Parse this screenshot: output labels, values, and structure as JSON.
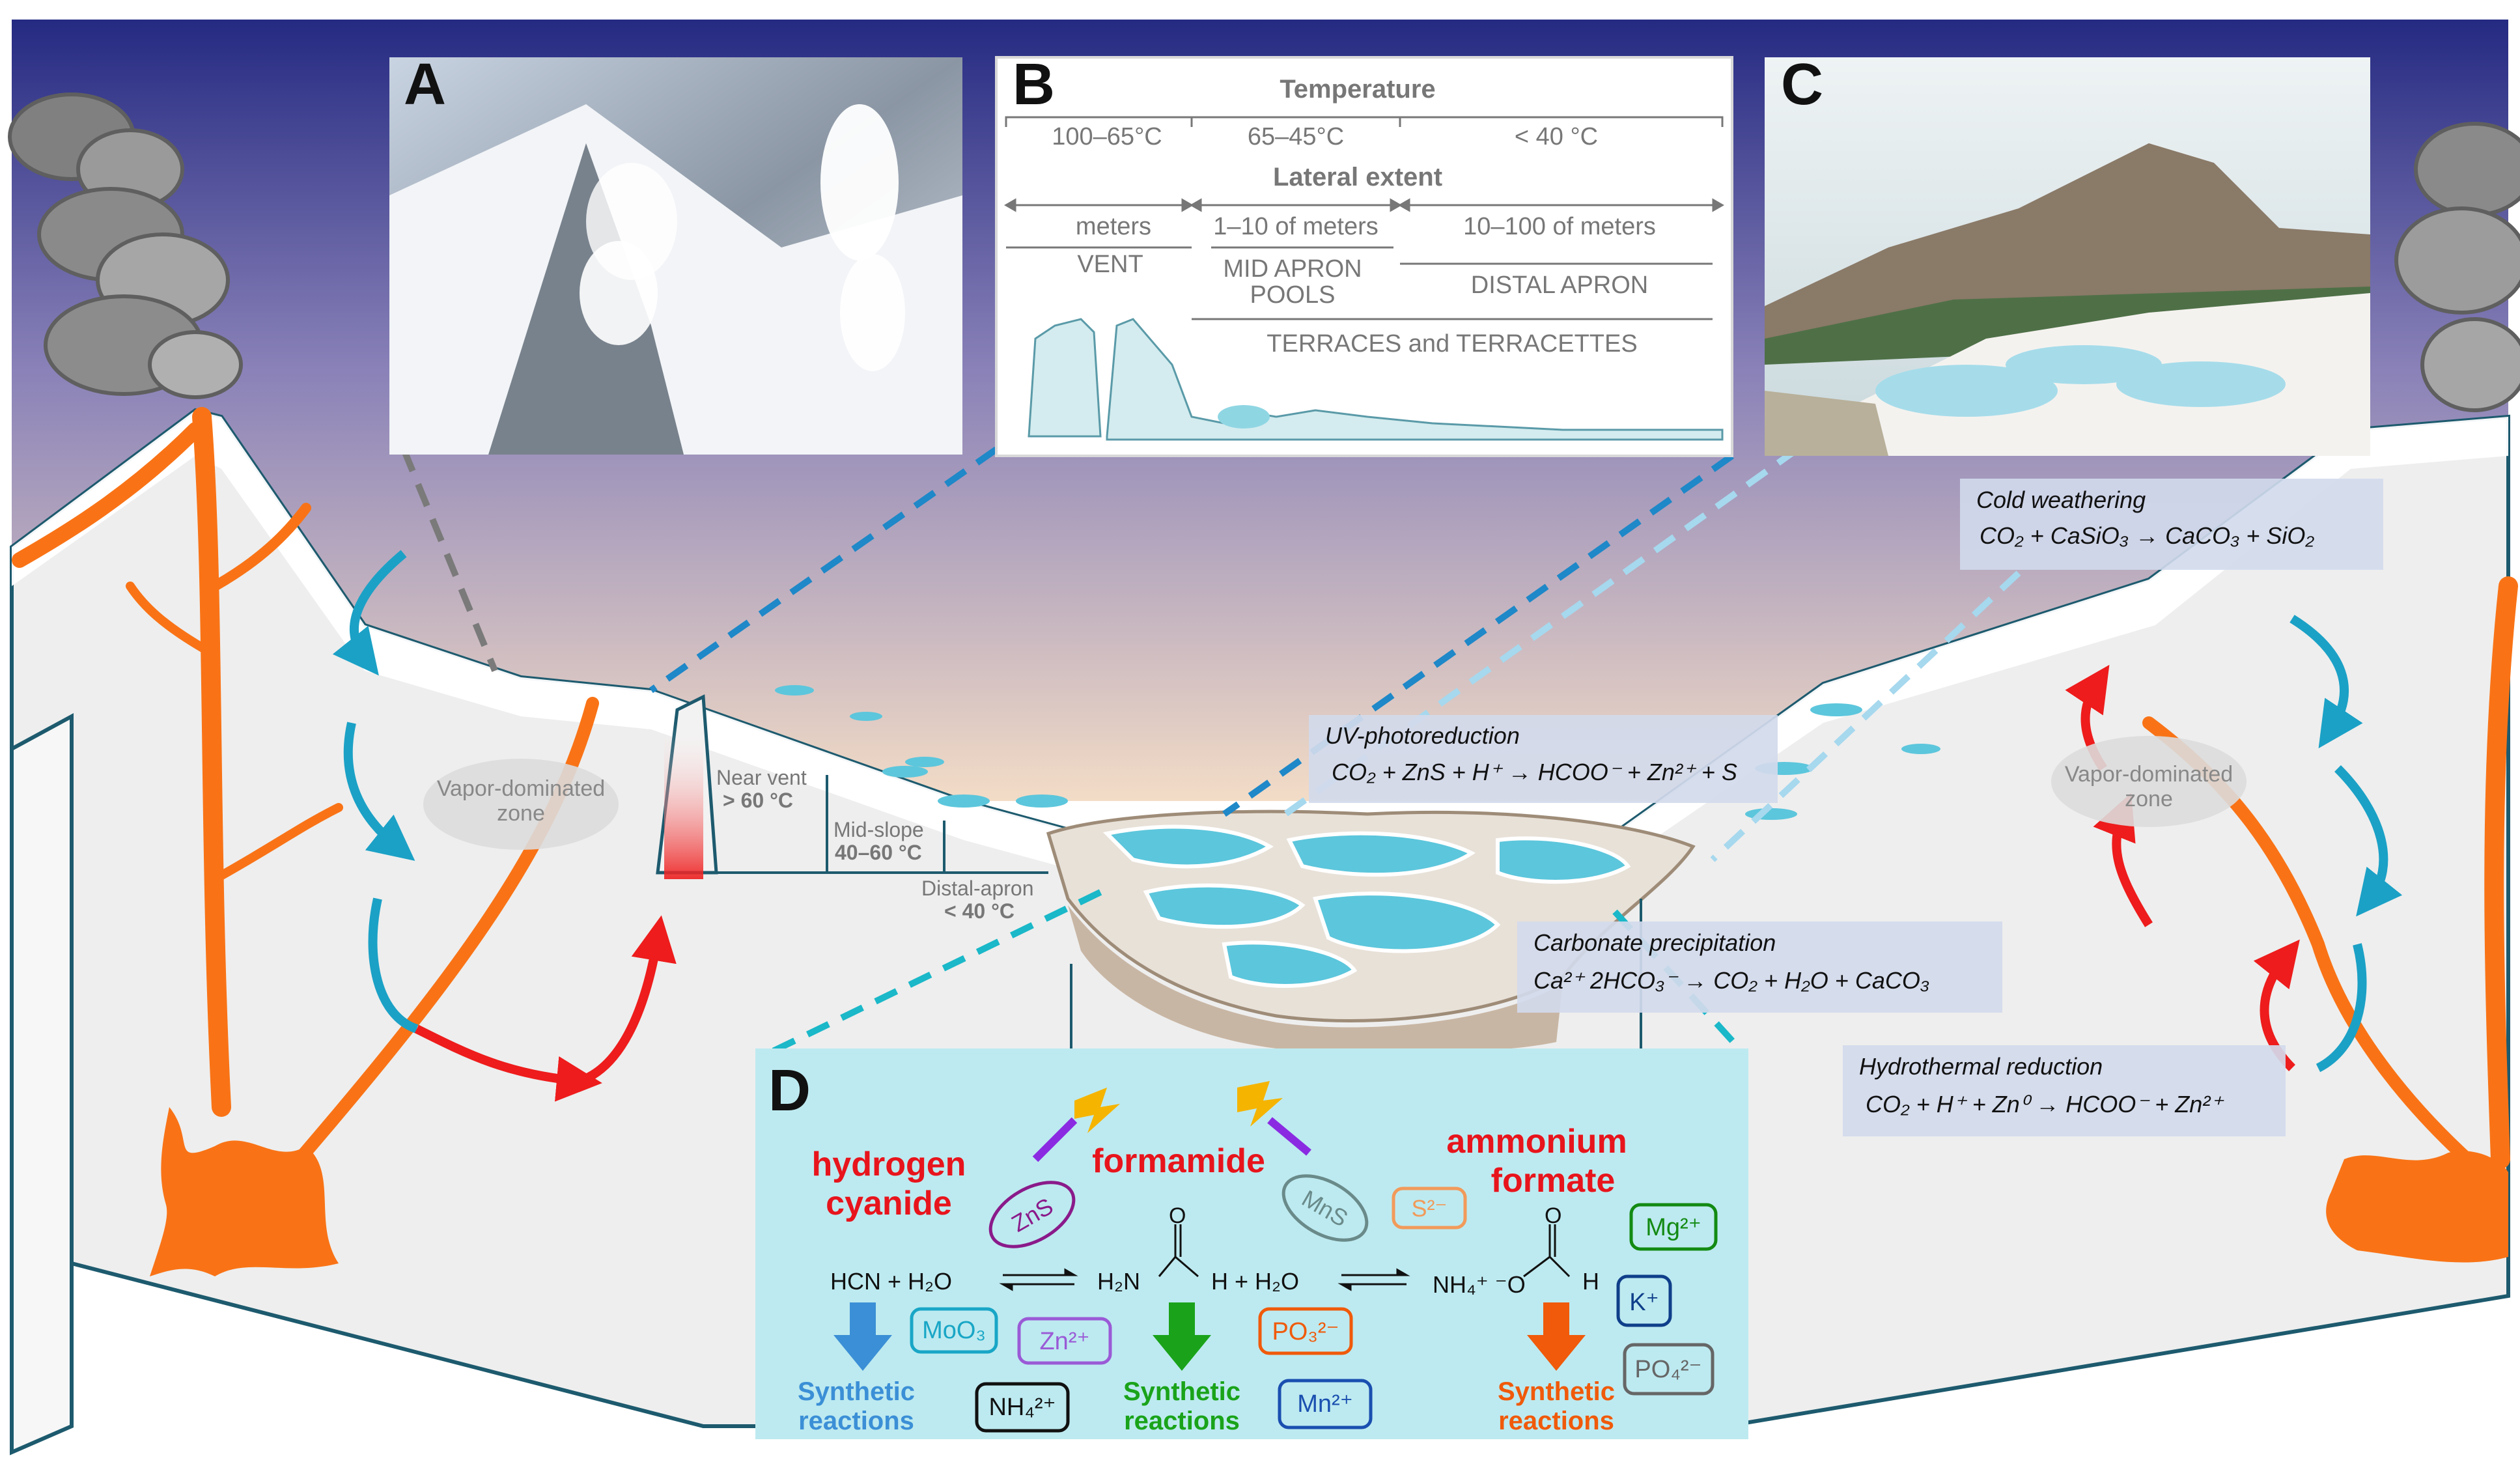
{
  "panels": {
    "A": {
      "letter": "A"
    },
    "B": {
      "letter": "B",
      "temperature_title": "Temperature",
      "temps": [
        "100–65°C",
        "65–45°C",
        "< 40 °C"
      ],
      "lateral_title": "Lateral extent",
      "extents": [
        "meters",
        "1–10 of meters",
        "10–100 of meters"
      ],
      "vent": "VENT",
      "mid_apron_1": "MID APRON",
      "mid_apron_2": "POOLS",
      "distal_apron": "DISTAL APRON",
      "terraces": "TERRACES and TERRACETTES"
    },
    "C": {
      "letter": "C"
    },
    "D": {
      "letter": "D",
      "hcn_1": "hydrogen",
      "hcn_2": "cyanide",
      "formamide": "formamide",
      "ammonium_1": "ammonium",
      "ammonium_2": "formate",
      "eq_hcn": "HCN + H₂O",
      "eq_h2n": "H₂N",
      "eq_h2o": "H + H₂O",
      "eq_o": "O",
      "eq_nh4": "NH₄⁺ ⁻O",
      "eq_h": "H",
      "synthetic_1": "Synthetic",
      "synthetic_2": "reactions",
      "ions": {
        "zns": "ZnS",
        "mns": "MnS",
        "s2": "S²⁻",
        "mg2": "Mg²⁺",
        "moo3": "MoO₃",
        "zn2": "Zn²⁺",
        "po3": "PO₃²⁻",
        "k": "K⁺",
        "nh4": "NH₄²⁺",
        "mn2": "Mn²⁺",
        "po4": "PO₄²⁻"
      }
    }
  },
  "labels": {
    "vapor_zone_1": "Vapor-dominated",
    "vapor_zone_2": "zone",
    "near_vent_1": "Near vent",
    "near_vent_2": "> 60 °C",
    "mid_slope_1": "Mid-slope",
    "mid_slope_2": "40–60 °C",
    "distal_1": "Distal-apron",
    "distal_2": "< 40 °C"
  },
  "process_boxes": {
    "cold_weathering": {
      "title": "Cold weathering",
      "equation": "CO₂ + CaSiO₃ → CaCO₃ + SiO₂"
    },
    "uv_photoreduction": {
      "title": "UV-photoreduction",
      "equation": "CO₂ + ZnS + H⁺ → HCOO⁻ + Zn²⁺ + S"
    },
    "carbonate_precipitation": {
      "title": "Carbonate precipitation",
      "equation": "Ca²⁺ 2HCO₃⁻ → CO₂ + H₂O + CaCO₃"
    },
    "hydrothermal_reduction": {
      "title": "Hydrothermal reduction",
      "equation": "CO₂ + H⁺ + Zn⁰ → HCOO⁻ + Zn²⁺"
    }
  },
  "colors": {
    "sky_top": "#252a82",
    "sky_mid": "#8a82b8",
    "sky_low": "#f3dcc6",
    "magma": "#f97316",
    "water_flow": "#1ba1c6",
    "hot_flow": "#ee1c1c",
    "pool": "#5cc6dc",
    "panel_d_bg": "#bdeaf0",
    "box_bg": "#d2daec",
    "ground": "#eeeeee",
    "title_red": "#e8141c"
  },
  "icons": [
    "lightning-icon",
    "steam-cloud-icon",
    "down-arrow-icon",
    "equilibrium-arrows-icon"
  ]
}
